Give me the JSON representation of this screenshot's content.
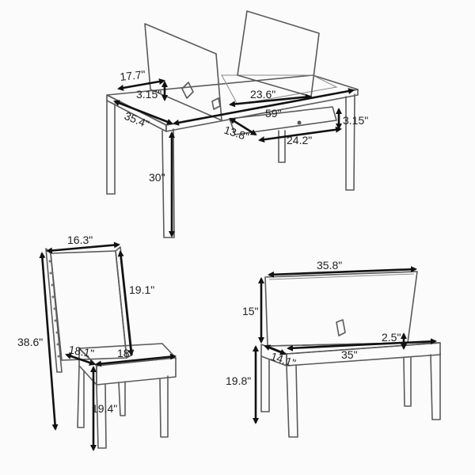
{
  "diagram": {
    "table": {
      "leaf_width": "17.7\"",
      "leaf_thickness": "3.15\"",
      "depth": "35.4\"",
      "center_leaf": "23.6\"",
      "length": "59\"",
      "drawer_depth": "13.8\"",
      "drawer_width": "24.2\"",
      "drawer_height": "3.15\"",
      "height": "30\""
    },
    "chair": {
      "back_width": "16.3\"",
      "back_height": "19.1\"",
      "total_height": "38.6\"",
      "seat_depth": "18.1\"",
      "seat_width": "18\"",
      "seat_height": "19.4\""
    },
    "bench": {
      "lid_length": "35.8\"",
      "lid_height": "15\"",
      "seat_depth": "14.1\"",
      "box_height": "2.5\"",
      "seat_length": "35\"",
      "seat_height": "19.8\""
    },
    "colors": {
      "outline": "#5a5a5a",
      "dimension": "#111111",
      "upholstery": "#cfcfcf"
    }
  }
}
